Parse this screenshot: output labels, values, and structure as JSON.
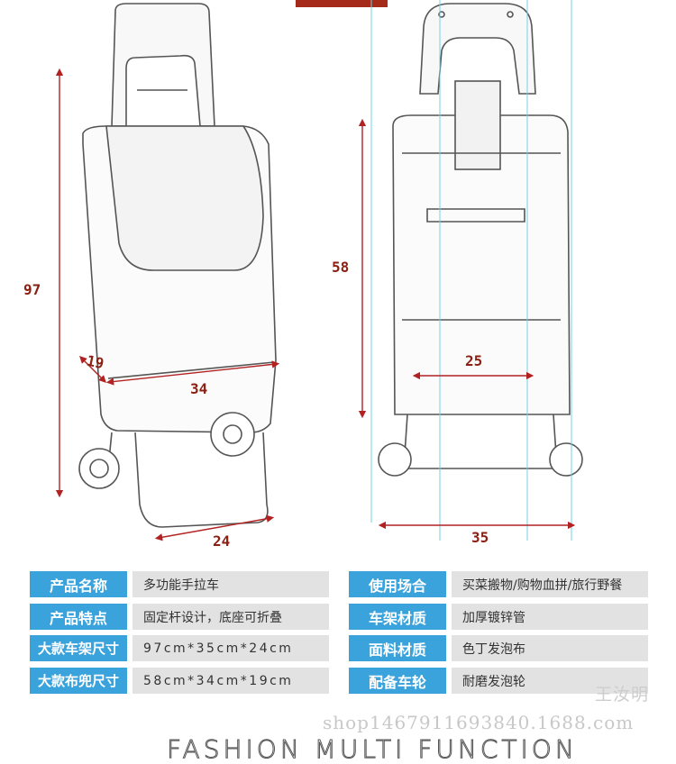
{
  "dimensions": {
    "height_total": "97",
    "depth": "19",
    "bag_width": "34",
    "base_depth": "24",
    "bag_height": "58",
    "inner_width": "25",
    "frame_width": "35"
  },
  "specs_left": [
    {
      "label": "产品名称",
      "value": "多功能手拉车"
    },
    {
      "label": "产品特点",
      "value": "固定杆设计，底座可折叠"
    },
    {
      "label": "大款车架尺寸",
      "value": "97cm*35cm*24cm"
    },
    {
      "label": "大款布兜尺寸",
      "value": "58cm*34cm*19cm"
    }
  ],
  "specs_right": [
    {
      "label": "使用场合",
      "value": "买菜搬物/购物血拼/旅行野餐"
    },
    {
      "label": "车架材质",
      "value": "加厚镀锌管"
    },
    {
      "label": "面料材质",
      "value": "色丁发泡布"
    },
    {
      "label": "配备车轮",
      "value": "耐磨发泡轮"
    }
  ],
  "watermark": {
    "name": "王汝明",
    "shop": "shop1467911693840.1688.com"
  },
  "footer": {
    "tagline": "FASHION MULTI FUNCTION"
  },
  "colors": {
    "label_bg": "#3aa3dc",
    "value_bg": "#e2e2e2",
    "dim_text": "#8a1f12",
    "accent": "#a52a1a"
  }
}
